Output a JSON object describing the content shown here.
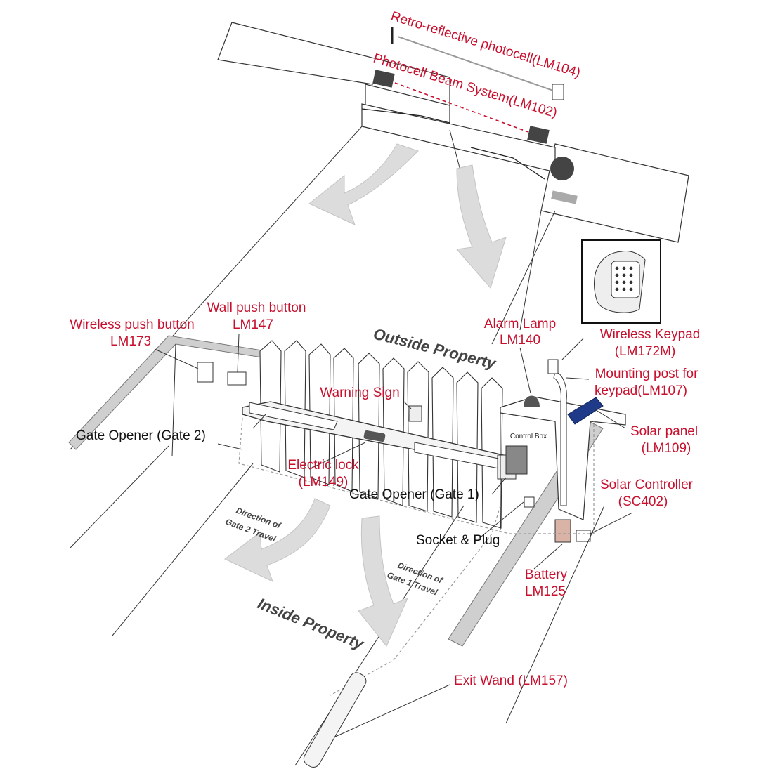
{
  "labels": {
    "retro_photocell": "Retro-reflective photocell(LM104)",
    "photocell_beam": "Photocell Beam System(LM102)",
    "wall_push_button": [
      "Wall push button",
      "LM147"
    ],
    "wireless_push_button": [
      "Wireless push button",
      "LM173"
    ],
    "outside_property": "Outside Property",
    "alarm_lamp": [
      "Alarm Lamp",
      "LM140"
    ],
    "wireless_keypad": [
      "Wireless Keypad",
      "(LM172M)"
    ],
    "mounting_post": [
      "Mounting post for",
      "keypad(LM107)"
    ],
    "warning_sign": "Warning Sign",
    "gate_opener_2": "Gate Opener (Gate 2)",
    "control_box": "Control Box",
    "solar_panel": [
      "Solar panel",
      "(LM109)"
    ],
    "electric_lock": [
      "Electric lock",
      "(LM149)"
    ],
    "gate_opener_1": "Gate Opener (Gate 1)",
    "solar_controller": [
      "Solar Controller",
      "(SC402)"
    ],
    "socket_plug": "Socket & Plug",
    "direction_gate2": [
      "Direction of",
      "Gate 2 Travel"
    ],
    "direction_gate1": [
      "Direction of",
      "Gate 1 Travel"
    ],
    "battery": [
      "Battery",
      "LM125"
    ],
    "inside_property": "Inside Property",
    "exit_wand": "Exit Wand (LM157)"
  },
  "colors": {
    "label_red": "#c8102e",
    "label_black": "#111111",
    "arrow_gray": "#dcdcdc",
    "line": "#222222"
  }
}
